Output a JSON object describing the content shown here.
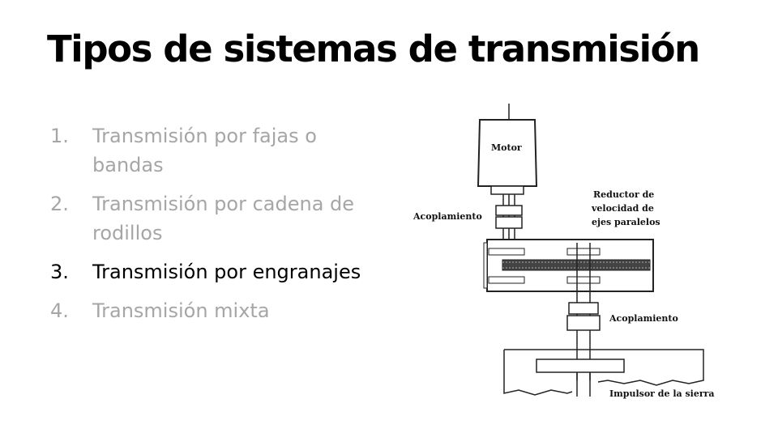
{
  "slide": {
    "title": "Tipos de sistemas de transmisión",
    "items": [
      {
        "number": "1.",
        "text": "Transmisión por fajas o bandas",
        "active": false
      },
      {
        "number": "2.",
        "text": "Transmisión por cadena de rodillos",
        "active": false
      },
      {
        "number": "3.",
        "text": "Transmisión por engranajes",
        "active": true
      },
      {
        "number": "4.",
        "text": "Transmisión mixta",
        "active": false
      }
    ]
  },
  "diagram": {
    "labels": {
      "motor": "Motor",
      "coupling_top": "Acoplamiento",
      "reducer_line1": "Reductor de",
      "reducer_line2": "velocidad de",
      "reducer_line3": "ejes paralelos",
      "coupling_bottom": "Acoplamiento",
      "impeller": "Impulsor de la sierra"
    }
  }
}
